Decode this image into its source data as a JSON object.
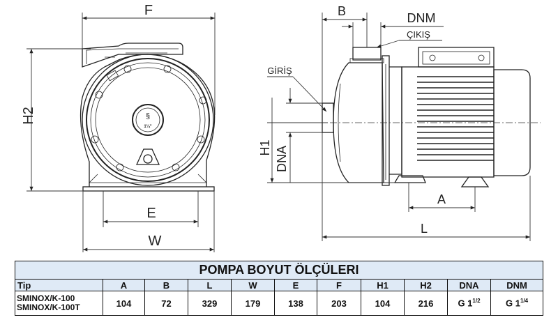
{
  "drawing": {
    "dimension_labels": {
      "F": "F",
      "H2": "H2",
      "E": "E",
      "W": "W",
      "B": "B",
      "DNM": "DNM",
      "CIKIS": "ÇIKIŞ",
      "GIRIS": "GİRİŞ",
      "H1": "H1",
      "DNA": "DNA",
      "A": "A",
      "L": "L"
    },
    "badge_size": "1¼\""
  },
  "table": {
    "title": "POMPA BOYUT ÖLÇÜLERI",
    "headers": [
      "Tip",
      "A",
      "B",
      "L",
      "W",
      "E",
      "F",
      "H1",
      "H2",
      "DNA",
      "DNM"
    ],
    "row": {
      "models": [
        "SMINOX/K-100",
        "SMINOX/K-100T"
      ],
      "A": "104",
      "B": "72",
      "L": "329",
      "W": "179",
      "E": "138",
      "F": "203",
      "H1": "104",
      "H2": "216",
      "DNA": {
        "base": "G 1",
        "sup": "1/2"
      },
      "DNM": {
        "base": "G 1",
        "sup": "1/4"
      }
    }
  }
}
